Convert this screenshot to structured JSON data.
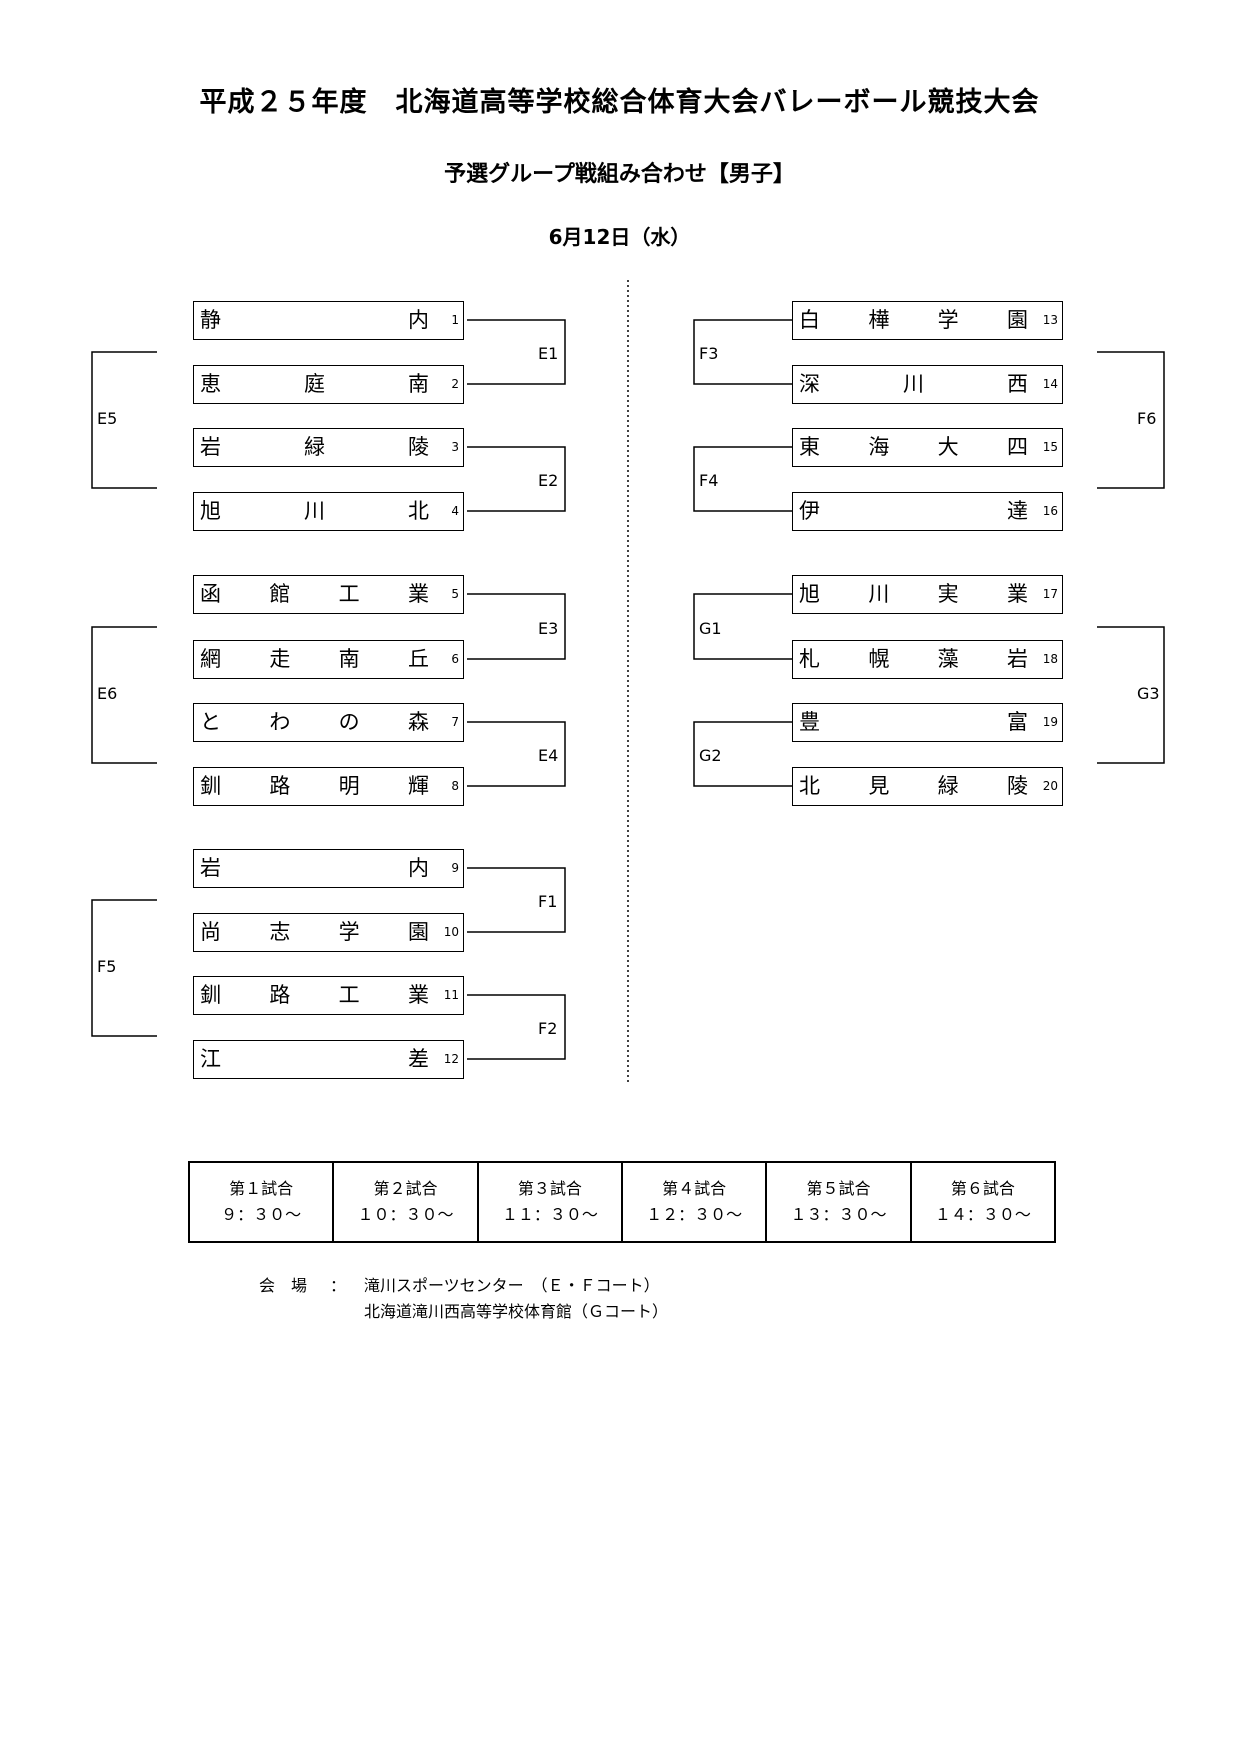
{
  "header": {
    "title": "平成２５年度　北海道高等学校総合体育大会バレーボール競技大会",
    "subtitle": "予選グループ戦組み合わせ【男子】",
    "date": "6月12日（水）"
  },
  "teams": [
    {
      "num": "1",
      "chars": [
        "静",
        "内"
      ]
    },
    {
      "num": "2",
      "chars": [
        "恵",
        "庭",
        "南"
      ]
    },
    {
      "num": "3",
      "chars": [
        "岩",
        "緑",
        "陵"
      ]
    },
    {
      "num": "4",
      "chars": [
        "旭",
        "川",
        "北"
      ]
    },
    {
      "num": "5",
      "chars": [
        "函",
        "館",
        "工",
        "業"
      ]
    },
    {
      "num": "6",
      "chars": [
        "網",
        "走",
        "南",
        "丘"
      ]
    },
    {
      "num": "7",
      "chars": [
        "と",
        "わ",
        "の",
        "森"
      ]
    },
    {
      "num": "8",
      "chars": [
        "釧",
        "路",
        "明",
        "輝"
      ]
    },
    {
      "num": "9",
      "chars": [
        "岩",
        "内"
      ]
    },
    {
      "num": "10",
      "chars": [
        "尚",
        "志",
        "学",
        "園"
      ]
    },
    {
      "num": "11",
      "chars": [
        "釧",
        "路",
        "工",
        "業"
      ]
    },
    {
      "num": "12",
      "chars": [
        "江",
        "差"
      ]
    },
    {
      "num": "13",
      "chars": [
        "白",
        "樺",
        "学",
        "園"
      ]
    },
    {
      "num": "14",
      "chars": [
        "深",
        "川",
        "西"
      ]
    },
    {
      "num": "15",
      "chars": [
        "東",
        "海",
        "大",
        "四"
      ]
    },
    {
      "num": "16",
      "chars": [
        "伊",
        "達"
      ]
    },
    {
      "num": "17",
      "chars": [
        "旭",
        "川",
        "実",
        "業"
      ]
    },
    {
      "num": "18",
      "chars": [
        "札",
        "幌",
        "藻",
        "岩"
      ]
    },
    {
      "num": "19",
      "chars": [
        "豊",
        "富"
      ]
    },
    {
      "num": "20",
      "chars": [
        "北",
        "見",
        "緑",
        "陵"
      ]
    }
  ],
  "groups": [
    "E1",
    "E2",
    "E3",
    "E4",
    "E5",
    "E6",
    "F1",
    "F2",
    "F5",
    "F3",
    "F4",
    "F6",
    "G1",
    "G2",
    "G3"
  ],
  "schedule": [
    {
      "match": "第１試合",
      "time": "９：３０～"
    },
    {
      "match": "第２試合",
      "time": "１０：３０～"
    },
    {
      "match": "第３試合",
      "time": "１１：３０～"
    },
    {
      "match": "第４試合",
      "time": "１２：３０～"
    },
    {
      "match": "第５試合",
      "time": "１３：３０～"
    },
    {
      "match": "第６試合",
      "time": "１４：３０～"
    }
  ],
  "venue": {
    "label": "会　場",
    "colon": "：",
    "line1": "滝川スポーツセンター　（Ｅ・Ｆコート）",
    "line2": "北海道滝川西高等学校体育館（Ｇコート）"
  }
}
